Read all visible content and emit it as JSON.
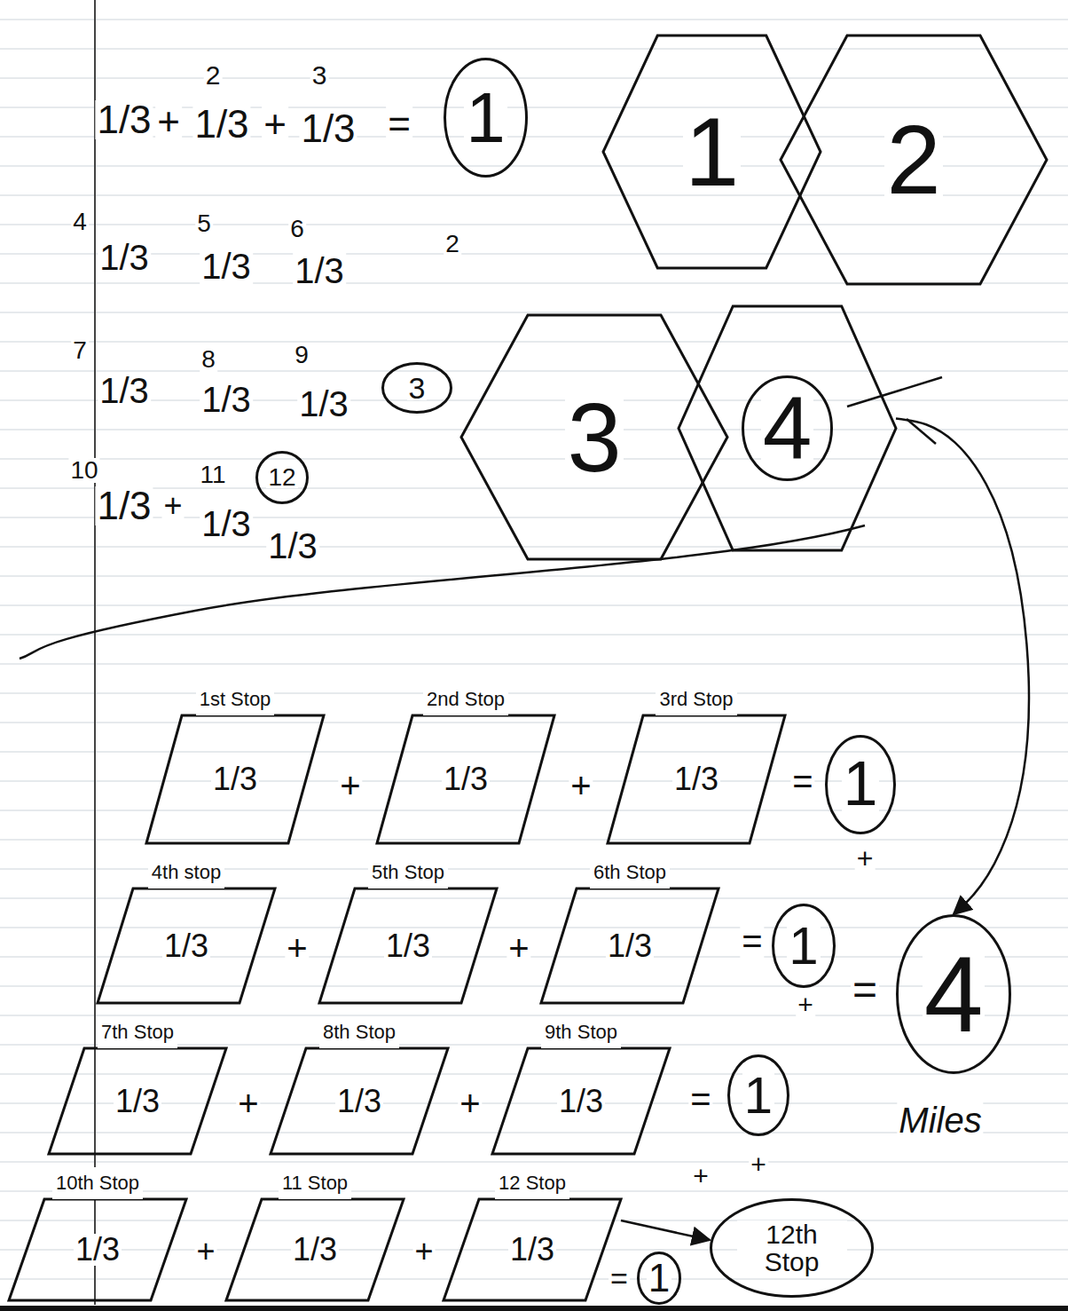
{
  "diagram": {
    "nodes": [
      {
        "text": [
          "1"
        ]
      },
      {
        "text": [
          "1"
        ]
      },
      {
        "text": [
          "2"
        ]
      },
      {
        "text": [
          "3"
        ]
      },
      {
        "text": [
          "3"
        ]
      },
      {
        "text": [
          "4"
        ]
      },
      {
        "text": [
          "12"
        ]
      },
      {
        "text": [
          "1st Stop",
          "1/3"
        ]
      },
      {
        "text": [
          "2nd Stop",
          "1/3"
        ]
      },
      {
        "text": [
          "3rd Stop",
          "1/3"
        ]
      },
      {
        "text": [
          "1"
        ]
      },
      {
        "text": [
          "4th stop",
          "1/3"
        ]
      },
      {
        "text": [
          "5th Stop",
          "1/3"
        ]
      },
      {
        "text": [
          "6th Stop",
          "1/3"
        ]
      },
      {
        "text": [
          "1"
        ]
      },
      {
        "text": [
          "4"
        ]
      },
      {
        "text": [
          "7th Stop",
          "1/3"
        ]
      },
      {
        "text": [
          "8th Stop",
          "1/3"
        ]
      },
      {
        "text": [
          "9th Stop",
          "1/3"
        ]
      },
      {
        "text": [
          "1"
        ]
      },
      {
        "text": [
          "10th Stop",
          "1/3"
        ]
      },
      {
        "text": [
          "11 Stop",
          "1/3"
        ]
      },
      {
        "text": [
          "12 Stop",
          "1/3"
        ]
      },
      {
        "text": [
          "1"
        ]
      },
      {
        "text": [
          "12th Stop"
        ]
      }
    ],
    "edges": [
      {
        "from": 5,
        "to": 15,
        "arrow": "to"
      },
      {
        "from": 22,
        "to": 24,
        "arrow": "to"
      }
    ],
    "labels": [
      "1/3",
      "+",
      "2",
      "1/3",
      "+",
      "3",
      "1/3",
      "=",
      "4",
      "1/3",
      "5",
      "1/3",
      "6",
      "1/3",
      "2",
      "7",
      "1/3",
      "8",
      "1/3",
      "9",
      "1/3",
      "10",
      "1/3",
      "11",
      "+",
      "1/3",
      "1/3",
      "+",
      "+",
      "=",
      "+",
      "+",
      "+",
      "=",
      "+",
      "=",
      "+",
      "+",
      "=",
      "+",
      "Miles",
      "+",
      "+",
      "=",
      "+"
    ]
  }
}
